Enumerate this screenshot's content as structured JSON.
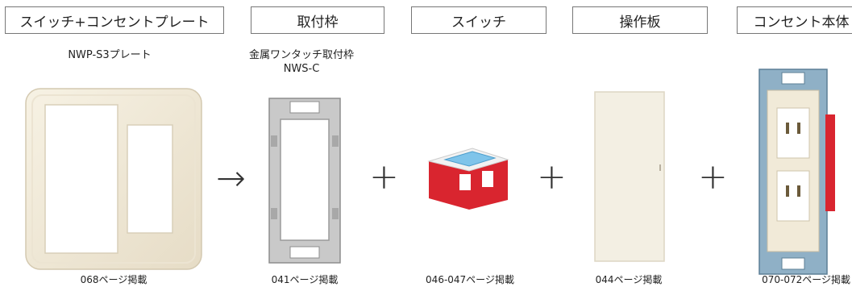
{
  "columns": [
    {
      "header": "スイッチ+コンセントプレート",
      "label_lines": [
        "NWP-S3プレート"
      ],
      "caption": "068ページ掲載"
    },
    {
      "header": "取付枠",
      "label_lines": [
        "金属ワンタッチ取付枠",
        "NWS-C"
      ],
      "caption": "041ページ掲載"
    },
    {
      "header": "スイッチ",
      "label_lines": [],
      "caption": "046-047ページ掲載"
    },
    {
      "header": "操作板",
      "label_lines": [],
      "caption": "044ページ掲載"
    },
    {
      "header": "コンセント本体",
      "label_lines": [],
      "caption": "070-072ページ掲載"
    }
  ],
  "operators": [
    "→",
    "+",
    "+",
    "+"
  ]
}
